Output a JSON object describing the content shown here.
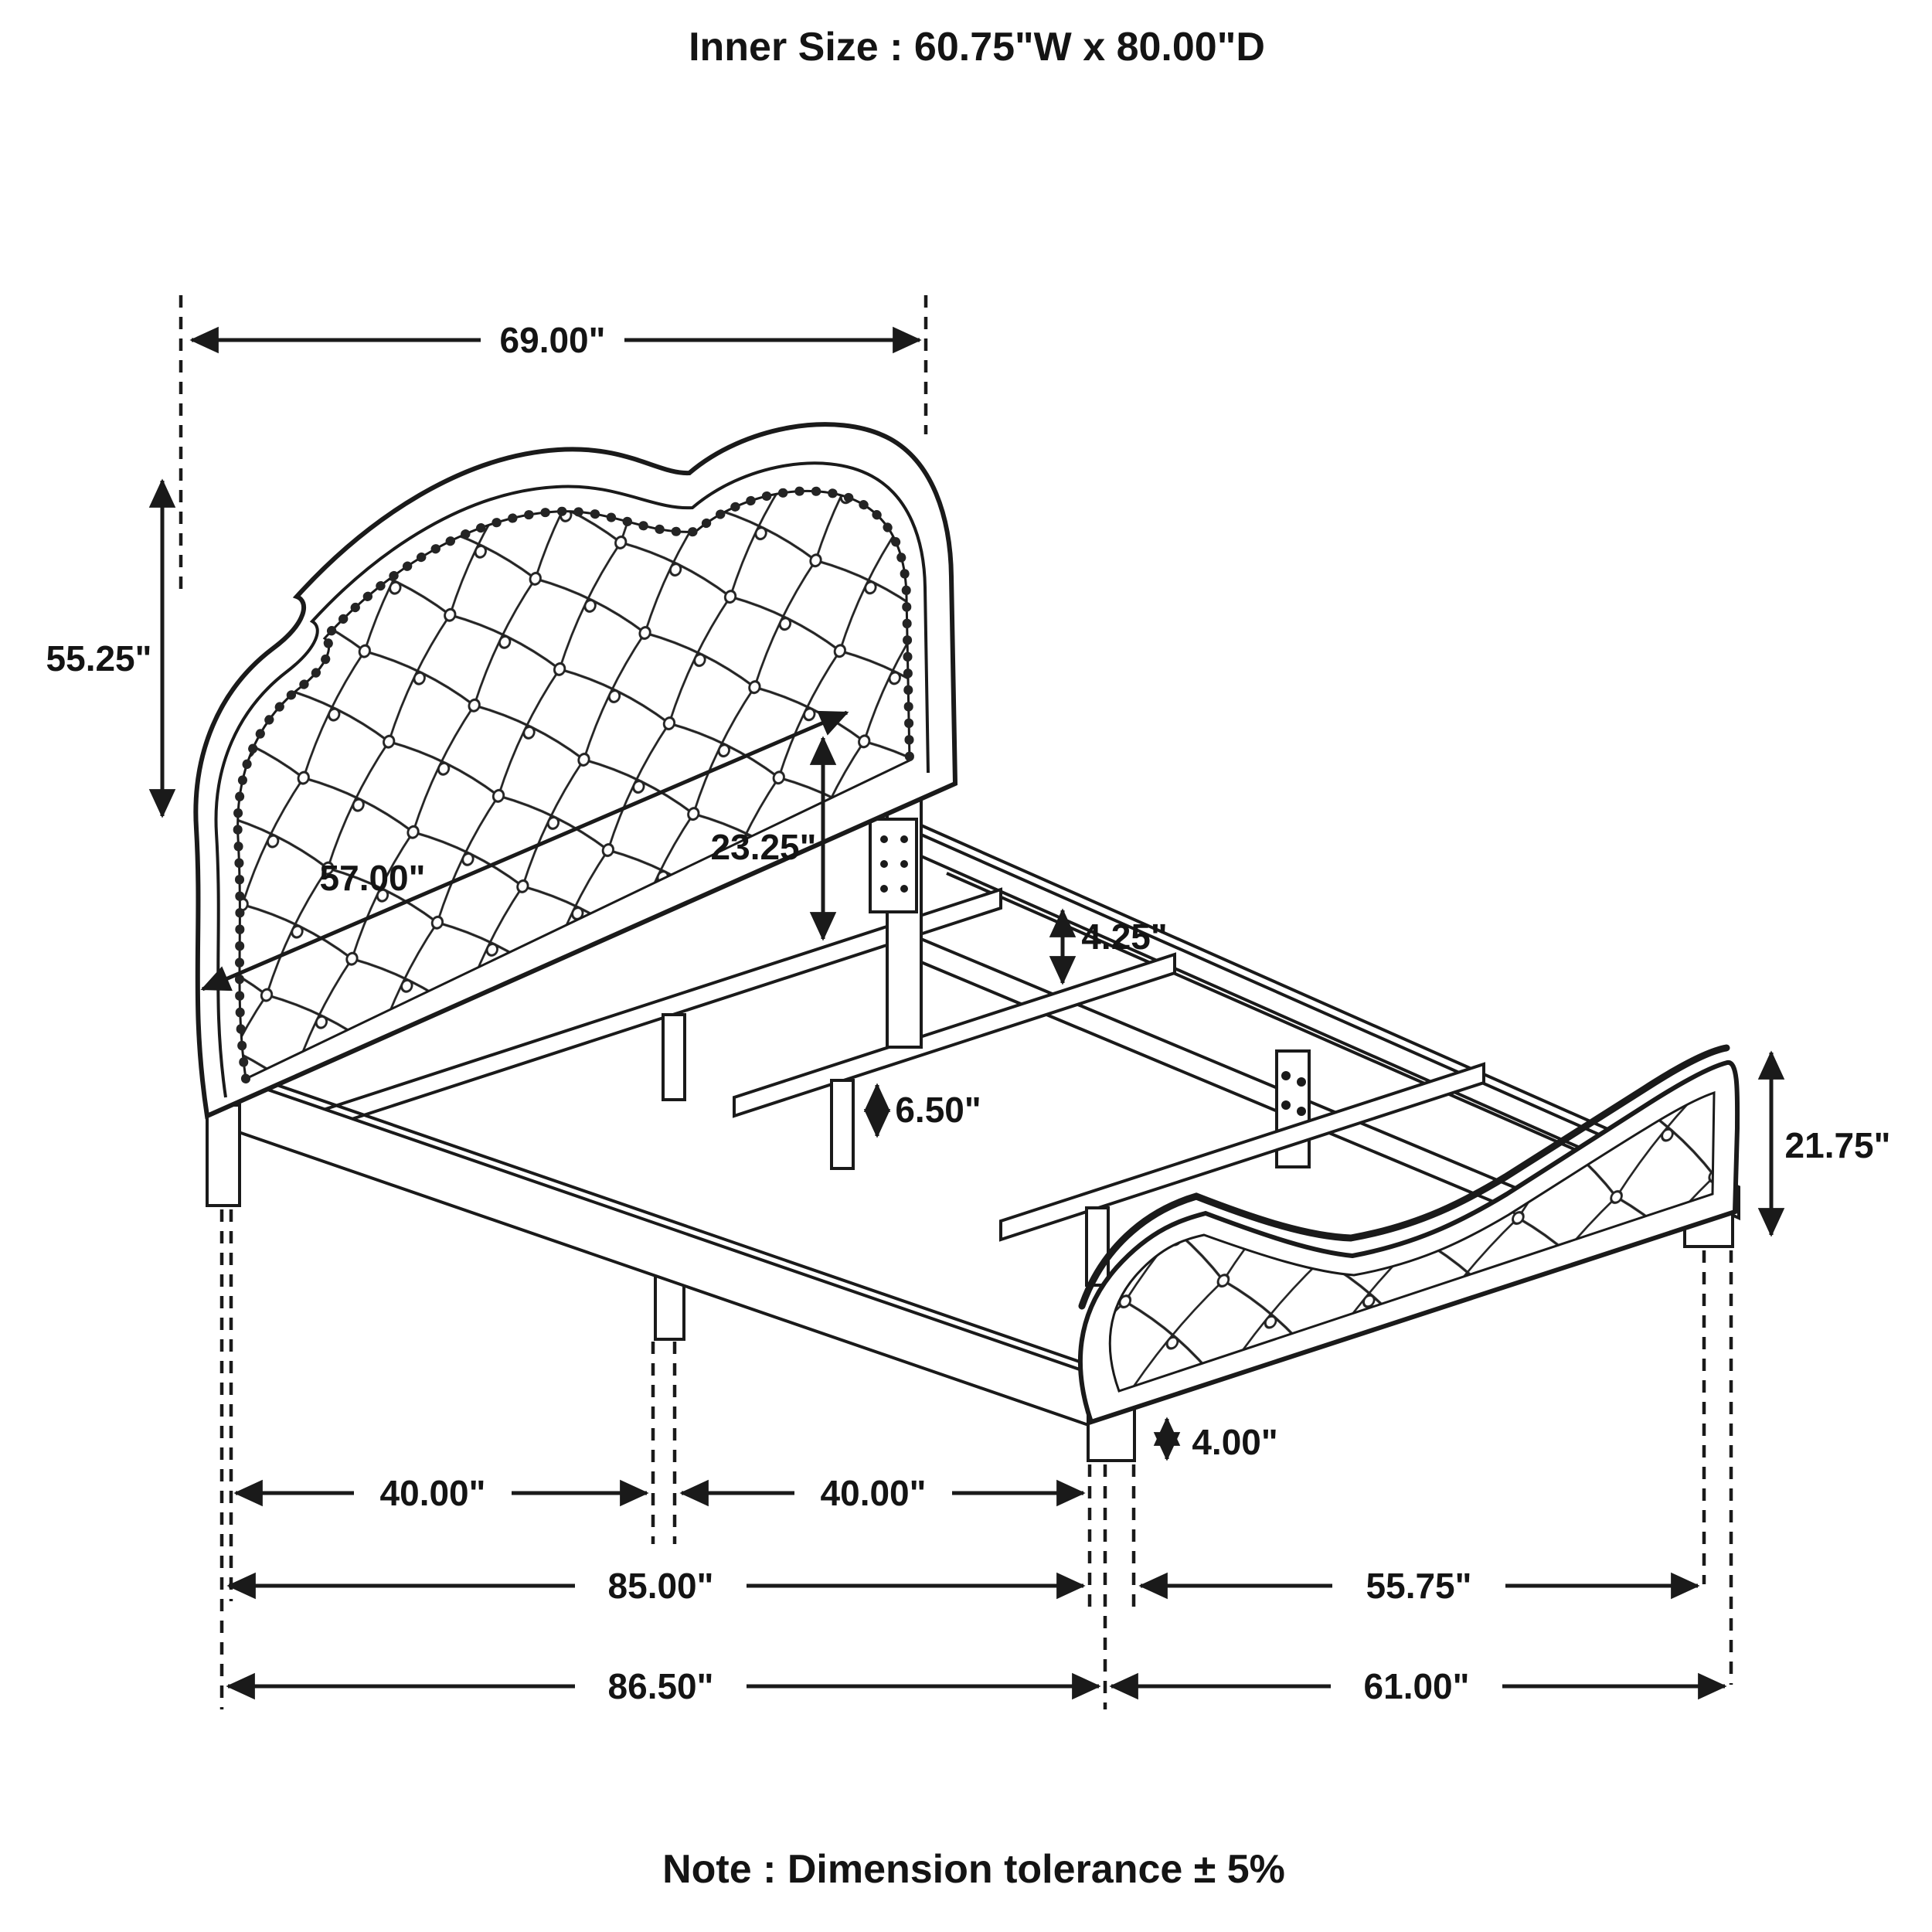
{
  "title": "Inner Size : 60.75\"W x 80.00\"D",
  "note": "Note : Dimension tolerance ± 5%",
  "line_color": "#1a1a1a",
  "dimensions": {
    "overall_headboard_width": "69.00\"",
    "headboard_height": "55.25\"",
    "headboard_panel_width": "57.00\"",
    "headboard_post_height": "23.25\"",
    "rail_to_slat_gap": "4.25\"",
    "slat_leg_height": "6.50\"",
    "footboard_height": "21.75\"",
    "footboard_leg_height": "4.00\"",
    "slat_spacing_front": "40.00\"",
    "slat_spacing_back": "40.00\"",
    "frame_length": "85.00\"",
    "footboard_span": "55.75\"",
    "overall_length": "86.50\"",
    "footboard_width": "61.00\""
  }
}
